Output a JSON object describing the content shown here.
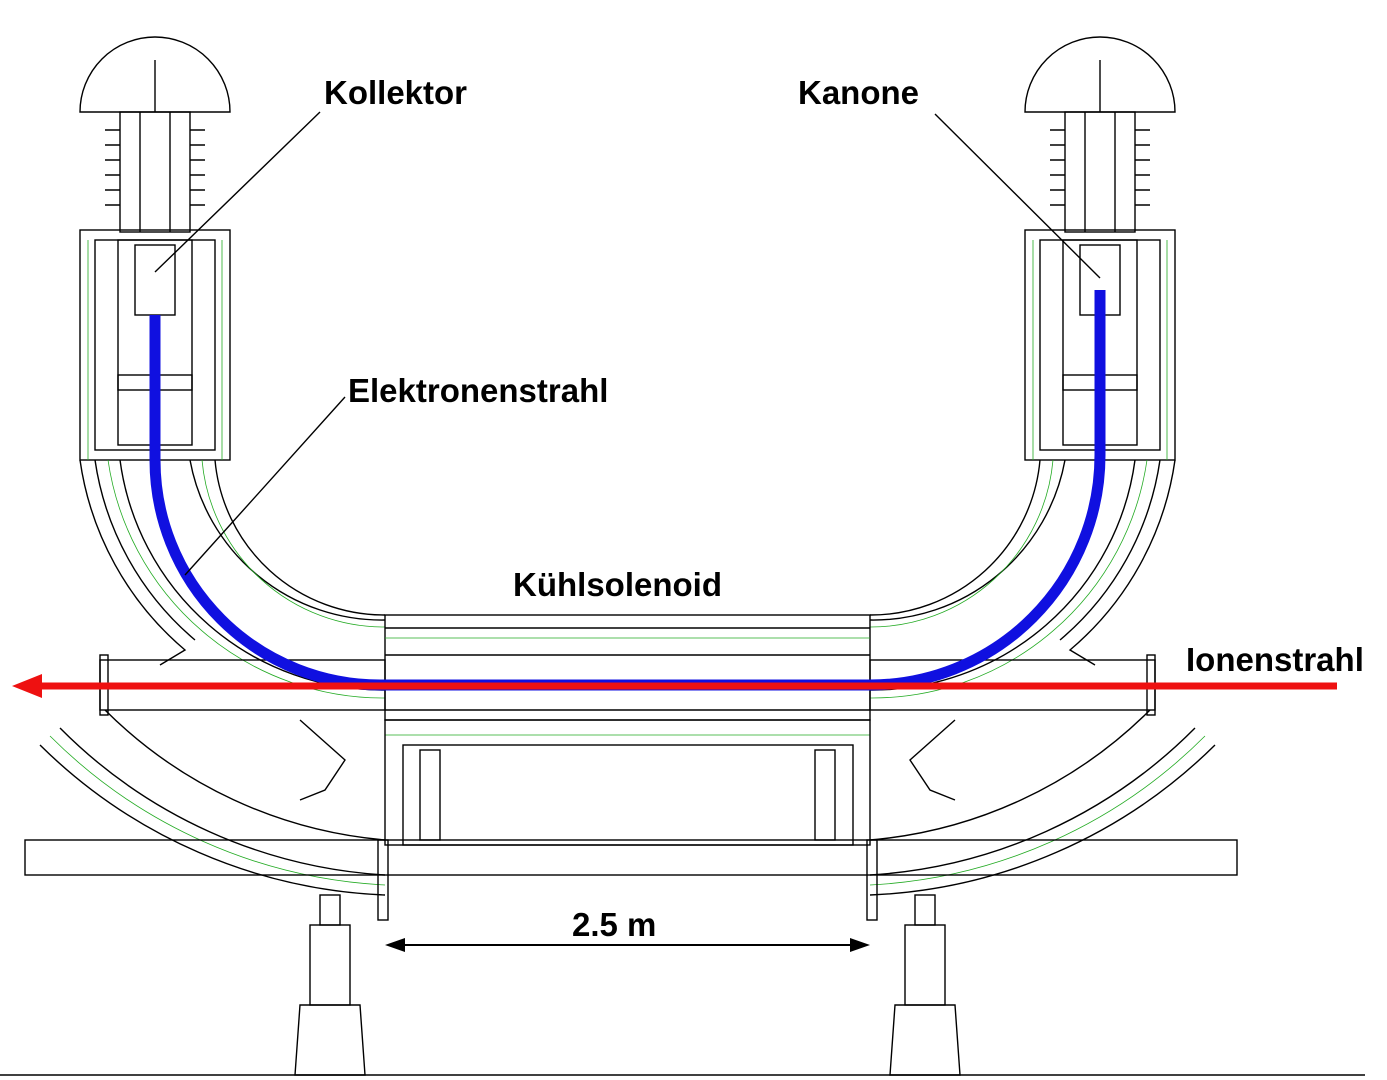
{
  "labels": {
    "collector": "Kollektor",
    "gun": "Kanone",
    "electron_beam": "Elektronenstrahl",
    "cooling_solenoid": "Kühlsolenoid",
    "ion_beam": "Ionenstrahl",
    "dimension": "2.5 m"
  },
  "colors": {
    "electron_beam": "#1010e0",
    "ion_beam": "#ee1111",
    "field_lines": "#22aa22"
  }
}
